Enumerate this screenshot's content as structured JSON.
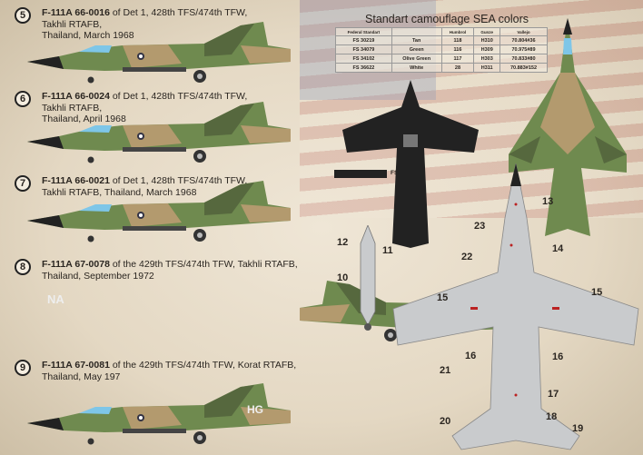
{
  "colors": {
    "tan": "#b39a6e",
    "green": "#56683e",
    "olive": "#6f8a4f",
    "gray": "#c9cbcd",
    "black": "#222222"
  },
  "entries": [
    {
      "num": "5",
      "serial": "F-111A 66-0016",
      "text": " of Det 1, 428th TFS/474th TFW,",
      "line2": "Takhli RTAFB,",
      "line3": "Thailand, March 1968"
    },
    {
      "num": "6",
      "serial": "F-111A 66-0024",
      "text": " of Det 1, 428th TFS/474th TFW,",
      "line2": "Takhli RTAFB,",
      "line3": "Thailand, April 1968"
    },
    {
      "num": "7",
      "serial": "F-111A 66-0021",
      "text": " of Det 1, 428th TFS/474th TFW,",
      "line2": "Takhli RTAFB, Thailand, March 1968",
      "line3": ""
    },
    {
      "num": "8",
      "serial": "F-111A 67-0078",
      "text": " of the 429th TFS/474th TFW, Takhli RTAFB,",
      "line2": "Thailand, September 1972",
      "line3": ""
    },
    {
      "num": "9",
      "serial": "F-111A 67-0081",
      "text": " of the 429th TFS/474th TFW, Korat RTAFB,",
      "line2": "Thailand, May 197",
      "line3": ""
    }
  ],
  "tail_codes": {
    "e8": "NA",
    "e9": "HG"
  },
  "table": {
    "title": "Standart camouflage SEA colors",
    "headers": [
      "Federal Standart",
      "",
      "Humbrol",
      "Gunze",
      "Vallejo"
    ],
    "rows": [
      [
        "FS 30219",
        "Tan",
        "118",
        "H310",
        "70.804#36"
      ],
      [
        "FS 34079",
        "Green",
        "116",
        "H309",
        "70.975#89"
      ],
      [
        "FS 34102",
        "Olive Green",
        "117",
        "H303",
        "70.833#80"
      ],
      [
        "FS 36622",
        "White",
        "28",
        "H311",
        "70.883#152"
      ]
    ]
  },
  "swatch_label": "FS 17038",
  "callouts": {
    "c10": "10",
    "c11": "11",
    "c12": "12",
    "c13": "13",
    "c14": "14",
    "c15a": "15",
    "c15b": "15",
    "c16a": "16",
    "c16b": "16",
    "c17": "17",
    "c18": "18",
    "c19": "19",
    "c20": "20",
    "c21": "21",
    "c22": "22",
    "c23": "23"
  }
}
